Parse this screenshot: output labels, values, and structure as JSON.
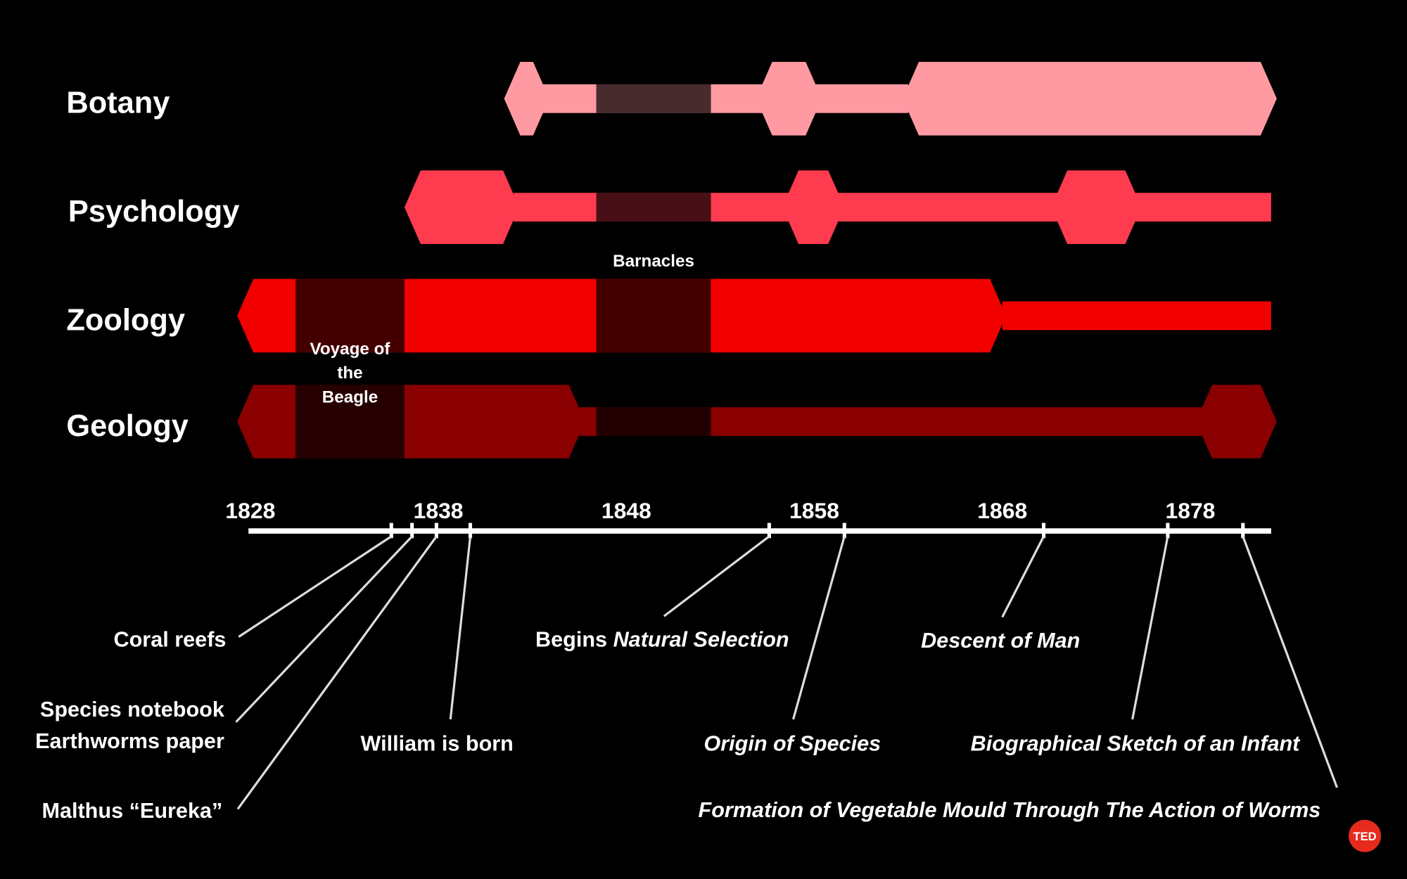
{
  "chart_data": {
    "type": "timeline",
    "axis": {
      "min": 1827.9,
      "max": 1882.3,
      "ticks": [
        1828,
        1838,
        1848,
        1858,
        1868,
        1878
      ]
    },
    "colors": {
      "botany": "#ff9aa2",
      "psychology": "#ff3b4f",
      "zoology": "#f20000",
      "geology": "#8a0000",
      "overlay": "#000000"
    },
    "rows": [
      {
        "name": "Botany",
        "color_key": "botany",
        "thin": [
          [
            1843.5,
            1863
          ]
        ],
        "blocks": [
          [
            1841.5,
            1843.9
          ],
          [
            1854.9,
            1858.4
          ],
          [
            1862.7,
            1882.6
          ]
        ],
        "pointed_right": true
      },
      {
        "name": "Psychology",
        "color_key": "psychology",
        "thin": [
          [
            1842,
            1882.3
          ]
        ],
        "blocks": [
          [
            1836.2,
            1842.3
          ],
          [
            1856.3,
            1859.6
          ],
          [
            1870.6,
            1875.4
          ]
        ],
        "pointed_right": false
      },
      {
        "name": "Zoology",
        "color_key": "zoology",
        "thin": [
          [
            1868,
            1882.3
          ]
        ],
        "blocks": [
          [
            1827.3,
            1868.2
          ]
        ],
        "pointed_right": false
      },
      {
        "name": "Geology",
        "color_key": "geology",
        "thin": [
          [
            1845.5,
            1882.3
          ]
        ],
        "blocks": [
          [
            1827.3,
            1845.8
          ],
          [
            1878.3,
            1882.6
          ]
        ],
        "pointed_right": true
      }
    ],
    "periods": [
      {
        "label": "Barnacles",
        "start": 1846.4,
        "end": 1852.5,
        "rows": [
          0,
          1,
          2,
          3
        ]
      },
      {
        "label_lines": [
          "Voyage of",
          "the",
          "Beagle"
        ],
        "start": 1830.4,
        "end": 1836.2,
        "rows": [
          2,
          3
        ]
      }
    ],
    "events": [
      {
        "year": 1835.5,
        "lines": [
          "Coral reefs"
        ]
      },
      {
        "year": 1836.6,
        "lines": [
          "Species notebook",
          "Earthworms paper"
        ]
      },
      {
        "year": 1837.9,
        "lines": [
          "Malthus “Eureka”"
        ]
      },
      {
        "year": 1839.7,
        "lines": [
          "William is born"
        ]
      },
      {
        "year": 1855.6,
        "prefix": "Begins ",
        "italic": "Natural Selection"
      },
      {
        "year": 1859.6,
        "italic": "Origin of Species"
      },
      {
        "year": 1870.2,
        "italic": "Descent of Man"
      },
      {
        "year": 1876.8,
        "italic": "Biographical Sketch of an Infant"
      },
      {
        "year": 1880.8,
        "italic": "Formation of Vegetable Mould Through The Action of Worms"
      }
    ]
  },
  "logo": {
    "text": "TED",
    "color": "#e62b1e"
  }
}
